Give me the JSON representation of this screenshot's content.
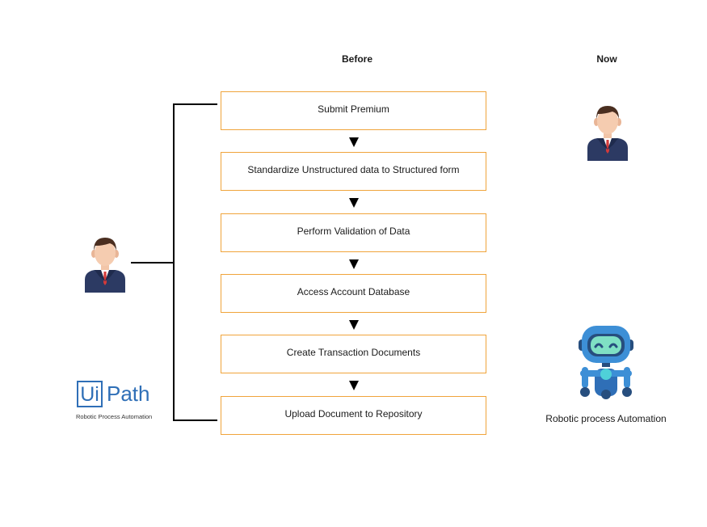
{
  "headers": {
    "before": "Before",
    "now": "Now"
  },
  "steps": [
    "Submit Premium",
    "Standardize Unstructured data to Structured form",
    "Perform Validation of Data",
    "Access Account Database",
    "Create Transaction Documents",
    "Upload Document to Repository"
  ],
  "logo": {
    "left": "Ui",
    "right": "Path",
    "subtitle": "Robotic Process Automation"
  },
  "rpa_label": "Robotic process Automation",
  "colors": {
    "step_border": "#f0a43b",
    "logo_blue": "#2f6fb7",
    "suit": "#2c3a63",
    "robot_blue": "#3d8fd6"
  },
  "icons": [
    "person-icon",
    "robot-icon"
  ]
}
